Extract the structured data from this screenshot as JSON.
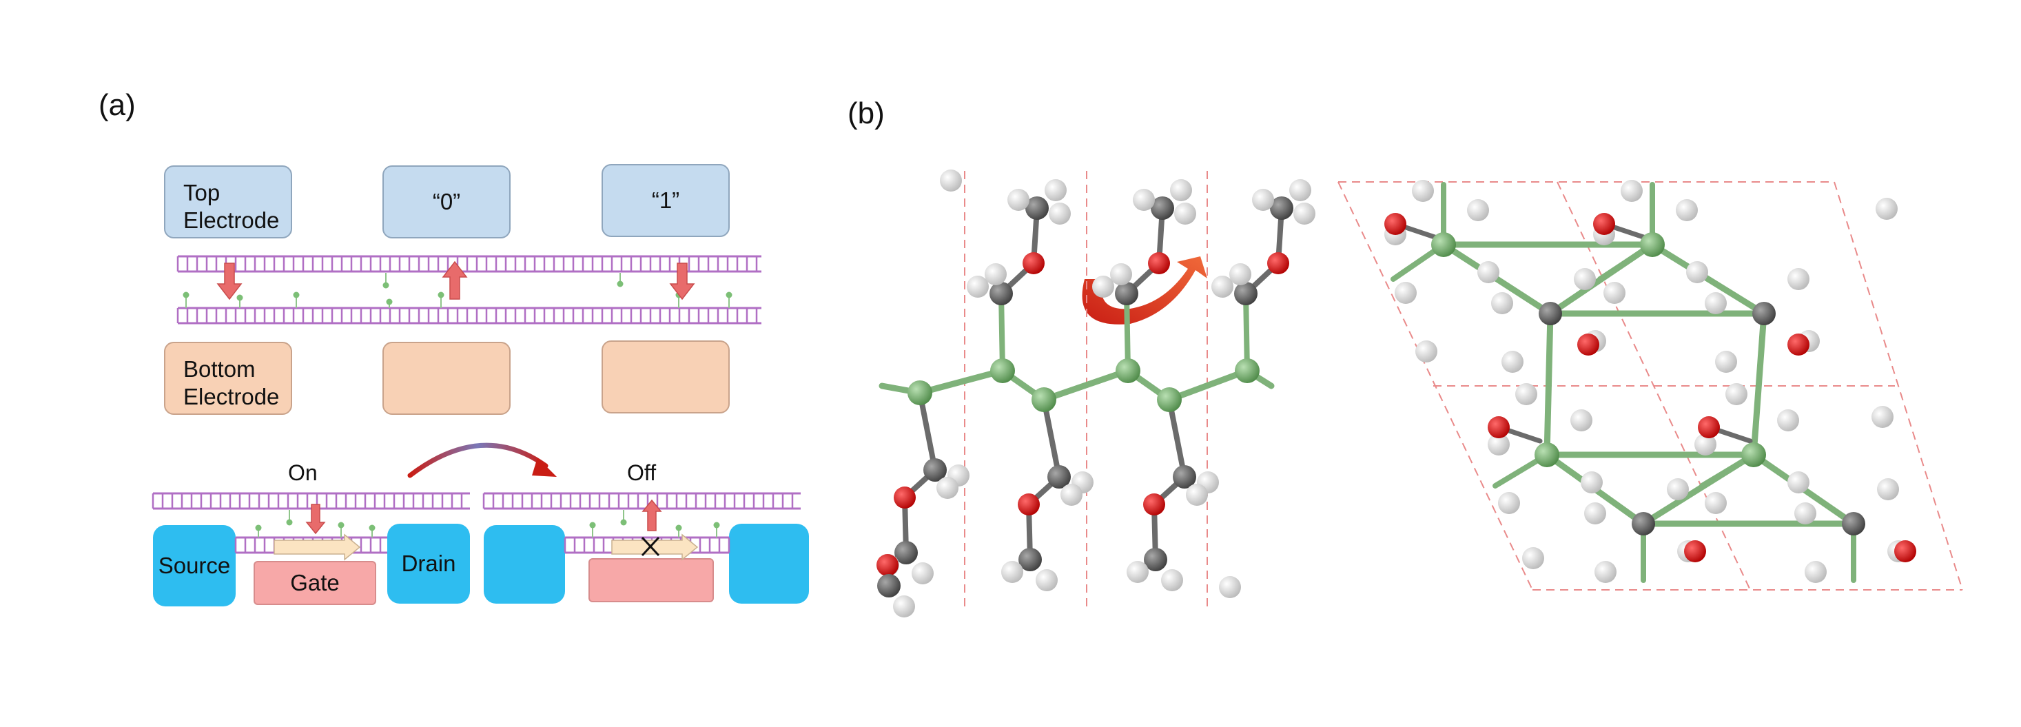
{
  "panel_a": {
    "label": "(a)",
    "cells": {
      "top_electrode": "Top\nElectrode",
      "state_0": "“0”",
      "state_1": "“1”",
      "bottom_electrode": "Bottom\nElectrode"
    },
    "transistor": {
      "on_label": "On",
      "off_label": "Off",
      "source": "Source",
      "gate": "Gate",
      "drain": "Drain"
    }
  },
  "panel_b": {
    "label": "(b)"
  },
  "colors": {
    "blue_box": "#c5dbef",
    "peach_box": "#f8d1b5",
    "electrode": "#2ebdf0",
    "gate": "#f7a8a8",
    "lattice": "#b06fc4",
    "arrow": "#e86b6b",
    "bond_green": "#7fb27a",
    "carbon": "#6b6b6b",
    "oxygen": "#e01b1b",
    "hydrogen": "#e6e6e6",
    "cell_dash": "#e98a8a",
    "curved_arrow": "#c91d14"
  }
}
